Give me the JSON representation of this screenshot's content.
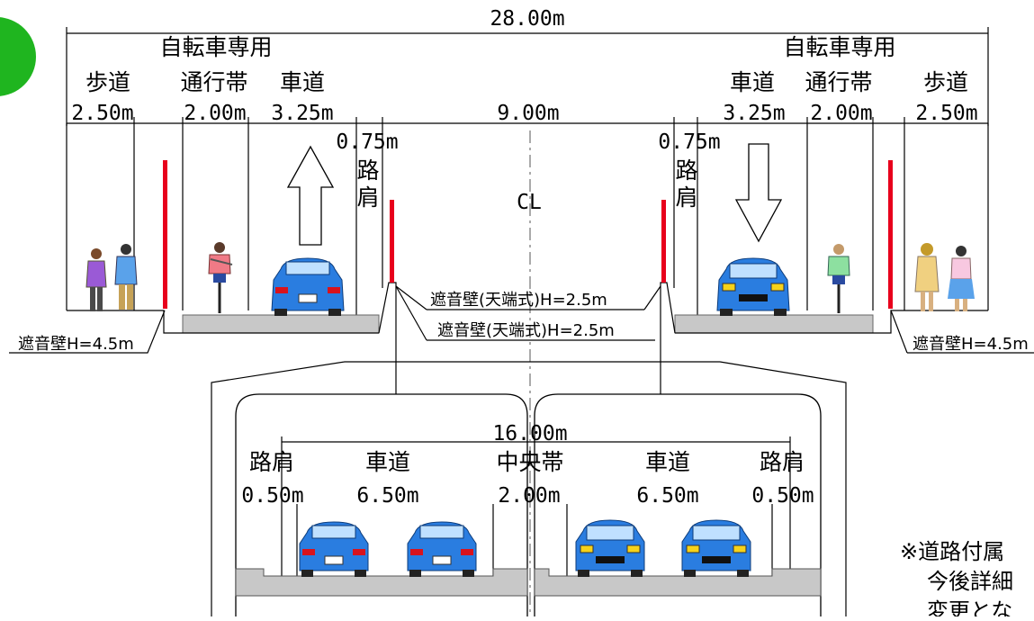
{
  "dimensions": {
    "total_width": "28.00m",
    "center_width": "9.00m",
    "shoulder_left": "0.75m",
    "shoulder_right": "0.75m",
    "sidewalk_left": "2.50m",
    "bike_left": "2.00m",
    "road_left": "3.25m",
    "road_right": "3.25m",
    "bike_right": "2.00m",
    "sidewalk_right": "2.50m",
    "under_total": "16.00m",
    "under_shoulder_left": "0.50m",
    "under_road_left": "6.50m",
    "under_median": "2.00m",
    "under_road_right": "6.50m",
    "under_shoulder_right": "0.50m"
  },
  "labels": {
    "bike_only_left": "自転車専用",
    "bike_only_right": "自転車専用",
    "sidewalk_left": "歩道",
    "bike_lane_left": "通行帯",
    "roadway_left": "車道",
    "roadway_right": "車道",
    "bike_lane_right": "通行帯",
    "sidewalk_right": "歩道",
    "shoulder_left_1": "路",
    "shoulder_left_2": "肩",
    "shoulder_right_1": "路",
    "shoulder_right_2": "肩",
    "centerline": "CL",
    "under_shoulder_left": "路肩",
    "under_road_left": "車道",
    "under_median": "中央帯",
    "under_road_right": "車道",
    "under_shoulder_right": "路肩"
  },
  "callouts": {
    "wall_outer_left": "遮音壁H=4.5m",
    "wall_outer_right": "遮音壁H=4.5m",
    "wall_top_1": "遮音壁(天端式)H=2.5m",
    "wall_top_2": "遮音壁(天端式)H=2.5m"
  },
  "note": {
    "line1": "※道路付属",
    "line2": "今後詳細",
    "line3": "変更とな"
  },
  "colors": {
    "sound_wall": "#e8001c",
    "car_body": "#2a7de0",
    "deck": "#c8c8c8",
    "marker": "#1fb51f"
  }
}
